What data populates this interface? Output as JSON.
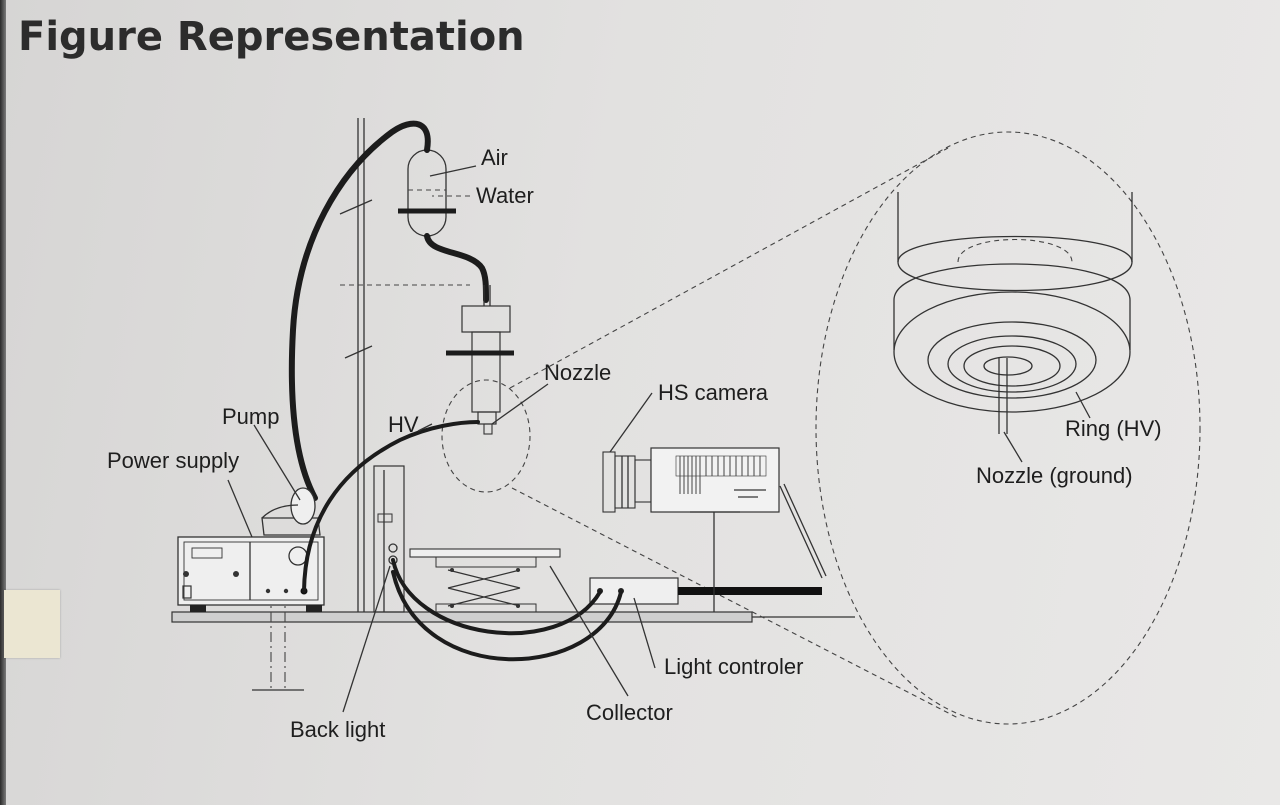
{
  "title": "Figure Representation",
  "labels": {
    "air": "Air",
    "water": "Water",
    "nozzle": "Nozzle",
    "hs_camera": "HS camera",
    "pump": "Pump",
    "hv": "HV",
    "power_supply": "Power supply",
    "ring_hv": "Ring (HV)",
    "nozzle_ground": "Nozzle (ground)",
    "light_controller": "Light controler",
    "collector": "Collector",
    "back_light": "Back light"
  }
}
